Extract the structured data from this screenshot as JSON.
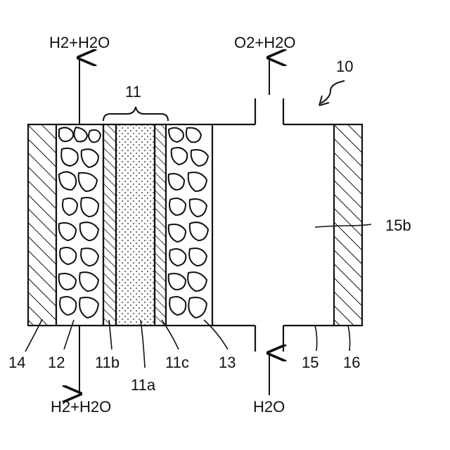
{
  "labels": {
    "top_left_flow": "H2+H2O",
    "top_right_flow": "O2+H2O",
    "bottom_left_flow": "H2+H2O",
    "bottom_right_flow": "H2O",
    "device": "10",
    "electrolyte_assembly": "11",
    "chamber_space": "15b"
  },
  "reference_numerals": {
    "r14": "14",
    "r12": "12",
    "r11b": "11b",
    "r11a": "11a",
    "r11c": "11c",
    "r13": "13",
    "r15": "15",
    "r16": "16"
  }
}
